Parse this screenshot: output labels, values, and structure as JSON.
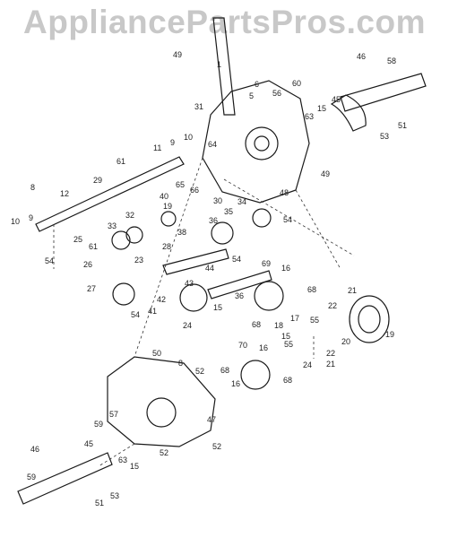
{
  "watermark": "AppliancePartsPros.com",
  "labels": [
    {
      "t": "49"
    },
    {
      "t": "1"
    },
    {
      "t": "6"
    },
    {
      "t": "5"
    },
    {
      "t": "31"
    },
    {
      "t": "60"
    },
    {
      "t": "56"
    },
    {
      "t": "46"
    },
    {
      "t": "58"
    },
    {
      "t": "63"
    },
    {
      "t": "15"
    },
    {
      "t": "45"
    },
    {
      "t": "51"
    },
    {
      "t": "53"
    },
    {
      "t": "10"
    },
    {
      "t": "64"
    },
    {
      "t": "9"
    },
    {
      "t": "11"
    },
    {
      "t": "61"
    },
    {
      "t": "65"
    },
    {
      "t": "66"
    },
    {
      "t": "48"
    },
    {
      "t": "49"
    },
    {
      "t": "30"
    },
    {
      "t": "12"
    },
    {
      "t": "29"
    },
    {
      "t": "8"
    },
    {
      "t": "40"
    },
    {
      "t": "19"
    },
    {
      "t": "36"
    },
    {
      "t": "35"
    },
    {
      "t": "34"
    },
    {
      "t": "54"
    },
    {
      "t": "10"
    },
    {
      "t": "9"
    },
    {
      "t": "32"
    },
    {
      "t": "33"
    },
    {
      "t": "61"
    },
    {
      "t": "38"
    },
    {
      "t": "25"
    },
    {
      "t": "28"
    },
    {
      "t": "54"
    },
    {
      "t": "26"
    },
    {
      "t": "23"
    },
    {
      "t": "44"
    },
    {
      "t": "54"
    },
    {
      "t": "16"
    },
    {
      "t": "69"
    },
    {
      "t": "68"
    },
    {
      "t": "27"
    },
    {
      "t": "43"
    },
    {
      "t": "42"
    },
    {
      "t": "36"
    },
    {
      "t": "21"
    },
    {
      "t": "22"
    },
    {
      "t": "41"
    },
    {
      "t": "54"
    },
    {
      "t": "15"
    },
    {
      "t": "17"
    },
    {
      "t": "18"
    },
    {
      "t": "55"
    },
    {
      "t": "24"
    },
    {
      "t": "68"
    },
    {
      "t": "55"
    },
    {
      "t": "19"
    },
    {
      "t": "20"
    },
    {
      "t": "50"
    },
    {
      "t": "70"
    },
    {
      "t": "16"
    },
    {
      "t": "15"
    },
    {
      "t": "22"
    },
    {
      "t": "8"
    },
    {
      "t": "52"
    },
    {
      "t": "68"
    },
    {
      "t": "68"
    },
    {
      "t": "24"
    },
    {
      "t": "21"
    },
    {
      "t": "16"
    },
    {
      "t": "57"
    },
    {
      "t": "47"
    },
    {
      "t": "59"
    },
    {
      "t": "46"
    },
    {
      "t": "45"
    },
    {
      "t": "52"
    },
    {
      "t": "63"
    },
    {
      "t": "52"
    },
    {
      "t": "15"
    },
    {
      "t": "59"
    },
    {
      "t": "53"
    },
    {
      "t": "51"
    }
  ]
}
